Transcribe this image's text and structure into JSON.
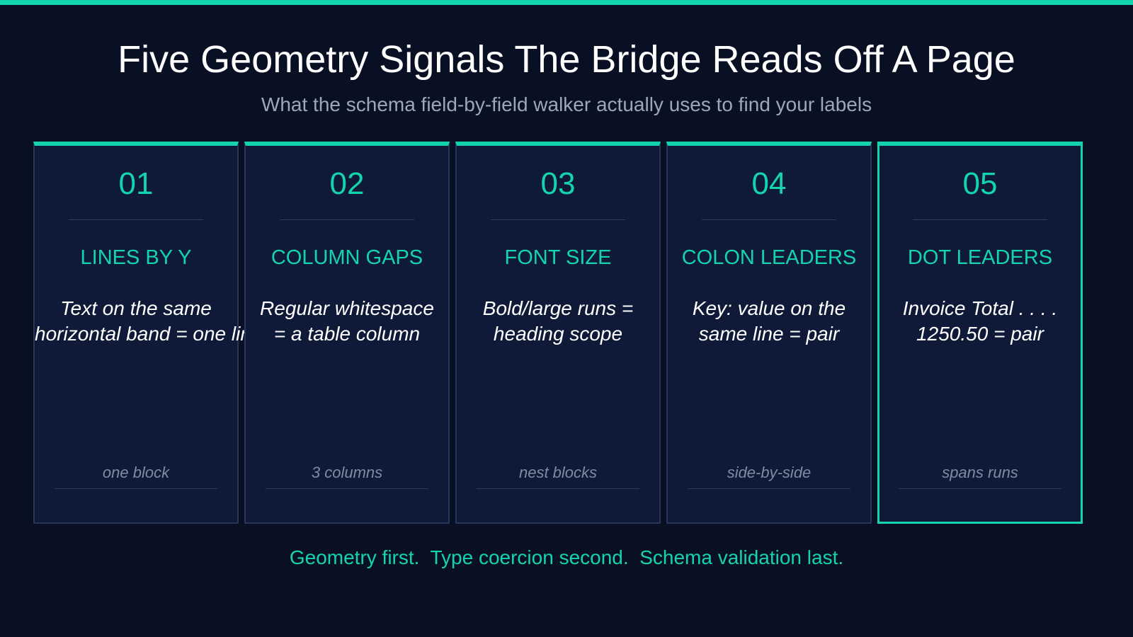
{
  "title": "Five Geometry Signals The Bridge Reads Off A Page",
  "subtitle": "What the schema field-by-field walker actually uses to find your labels",
  "colors": {
    "accent": "#14d4ae",
    "background": "#0a1024",
    "card": "#0f1a38",
    "card_border": "#25365a"
  },
  "cards": [
    {
      "number": "01",
      "name": "LINES BY Y",
      "desc": [
        "Text on the same",
        "horizontal band = one line"
      ],
      "foot": "one block"
    },
    {
      "number": "02",
      "name": "COLUMN GAPS",
      "desc": [
        "Regular whitespace",
        "= a table column"
      ],
      "foot": "3 columns"
    },
    {
      "number": "03",
      "name": "FONT SIZE",
      "desc": [
        "Bold/large runs =",
        "heading scope"
      ],
      "foot": "nest blocks"
    },
    {
      "number": "04",
      "name": "COLON LEADERS",
      "desc": [
        "Key: value on the",
        "same line = pair"
      ],
      "foot": "side-by-side"
    },
    {
      "number": "05",
      "name": "DOT LEADERS",
      "desc": [
        "Invoice Total . . . .",
        "1250.50 = pair"
      ],
      "foot": "spans runs"
    }
  ],
  "footer": "Geometry first.  Type coercion second.  Schema validation last."
}
